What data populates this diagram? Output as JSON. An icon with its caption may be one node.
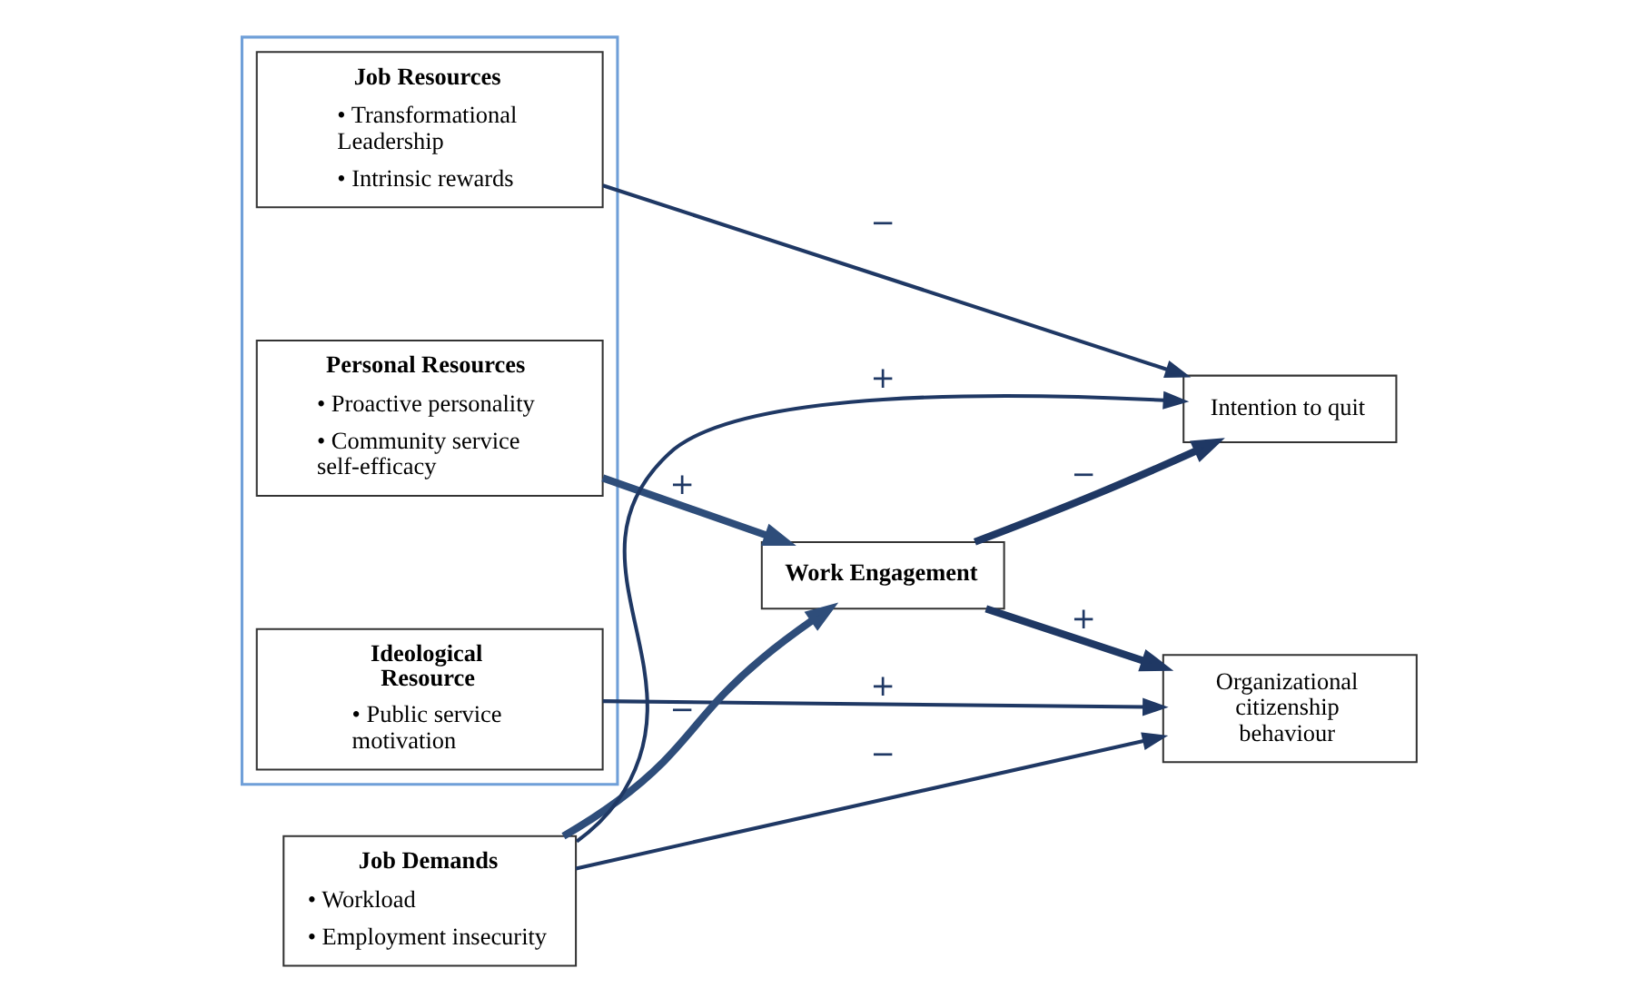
{
  "diagram": {
    "nodes": [
      {
        "text": [],
        "shape": "box"
      },
      {
        "text": [
          "Job Resources",
          "• Transformational Leadership",
          "• Intrinsic rewards"
        ],
        "in": 0
      },
      {
        "text": [
          "Personal Resources",
          "• Proactive personality",
          "• Community service self-efficacy"
        ],
        "in": 0
      },
      {
        "text": [
          "Ideological Resource",
          "• Public service motivation"
        ],
        "in": 0
      },
      {
        "text": [
          "Job Demands",
          "• Workload",
          "• Employment insecurity"
        ]
      },
      {
        "text": [
          "Work Engagement"
        ]
      },
      {
        "text": [
          "Intention to quit"
        ]
      },
      {
        "text": [
          "Organizational citizenship behaviour"
        ]
      }
    ],
    "edges": [
      {
        "from": 1,
        "to": 6,
        "arrow": "to",
        "label": "−"
      },
      {
        "from": 4,
        "to": 6,
        "arrow": "to",
        "label": "+"
      },
      {
        "from": 4,
        "to": 5,
        "arrow": "to",
        "label": "−",
        "style": "thick",
        "color": "#2e4d7a"
      },
      {
        "from": 4,
        "to": 7,
        "arrow": "to",
        "label": "−"
      },
      {
        "from": 2,
        "to": 5,
        "arrow": "to",
        "label": "+",
        "style": "thick",
        "color": "#2e4d7a"
      },
      {
        "from": 5,
        "to": 6,
        "arrow": "to",
        "label": "−",
        "style": "thick"
      },
      {
        "from": 5,
        "to": 7,
        "arrow": "to",
        "label": "+",
        "style": "thick"
      },
      {
        "from": 3,
        "to": 7,
        "arrow": "to",
        "label": "+"
      }
    ]
  }
}
